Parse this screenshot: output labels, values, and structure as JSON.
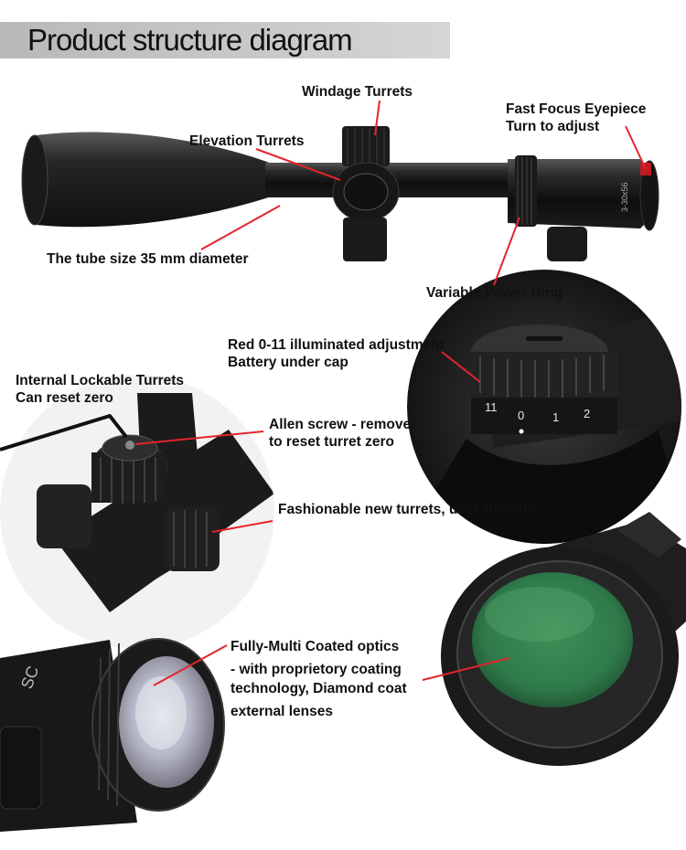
{
  "header": {
    "title": "Product structure diagram"
  },
  "scope_markings": {
    "magnification": "3-30x56",
    "sunshade_text": "SC"
  },
  "colors": {
    "callout_line": "#e3242b",
    "scope_body": "#141414",
    "lens_green": "#2f7a4a"
  },
  "callouts": {
    "windage": {
      "text": "Windage Turrets"
    },
    "elevation": {
      "text": "Elevation Turrets"
    },
    "eyepiece": {
      "line1": "Fast Focus Eyepiece",
      "line2": "Turn to adjust"
    },
    "tube": {
      "text": "The tube size 35 mm diameter"
    },
    "power_ring": {
      "text": "Variable Power Ring"
    },
    "illumination": {
      "line1": "Red 0-11 illuminated adjustment",
      "line2": "Battery under cap",
      "dial_numbers": [
        "11",
        "0",
        "1",
        "2"
      ]
    },
    "lockable": {
      "line1": "Internal Lockable Turrets",
      "line2": "Can reset zero"
    },
    "allen": {
      "line1": "Allen screw - remove",
      "line2": "to reset turret zero"
    },
    "new_turrets": {
      "text": "Fashionable new turrets, user-friendly"
    },
    "optics": {
      "line1": "Fully-Multi Coated optics",
      "line2": "- with proprietory coating",
      "line3": "technology, Diamond coat",
      "line4": "external lenses"
    }
  }
}
